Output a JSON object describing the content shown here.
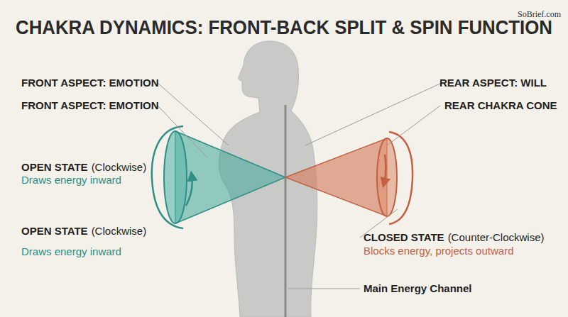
{
  "diagram": {
    "title": "CHAKRA DYNAMICS: FRONT-BACK SPLIT & SPIN FUNCTION",
    "labels": [
      "FRONT ASPECT: EMOTION",
      "REAR ASPECT: WILL",
      "FRONT ASPECT: EMOTION",
      "REAR CHAKRA CONE",
      "OPEN STATE",
      "(Clockwise)",
      "Draws energy inward",
      "OPEN STATE",
      "(Clockwise)",
      "Draws energy inward",
      "CLOSED STATE",
      "(Counter-Clockwise)",
      "Blocks energy, projects outward",
      "Main Energy Channel",
      "SoBrief.com"
    ]
  }
}
